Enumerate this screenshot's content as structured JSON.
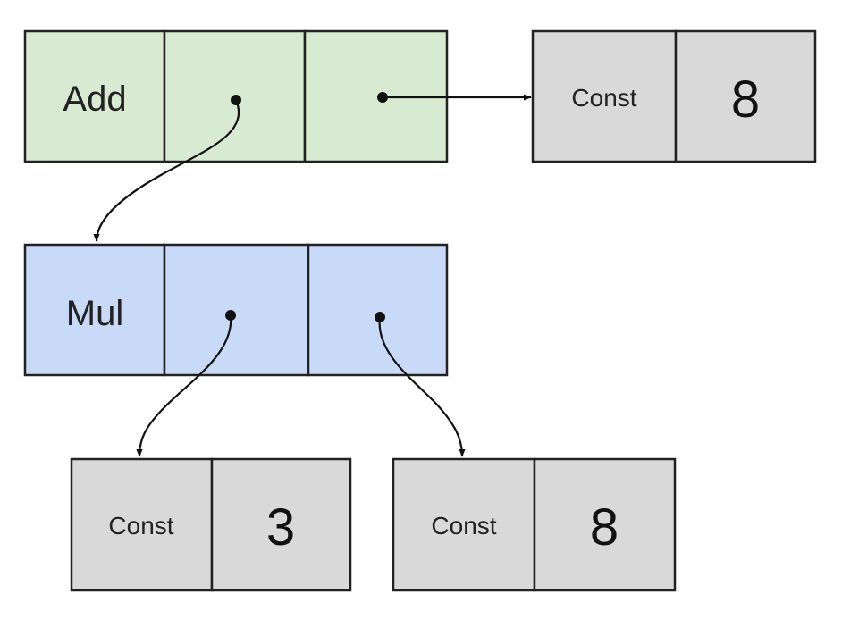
{
  "colors": {
    "add_fill": "#d9ead3",
    "mul_fill": "#c9daf8",
    "const_fill": "#d9d9d9",
    "border": "#222222"
  },
  "nodes": {
    "add": {
      "label": "Add"
    },
    "mul": {
      "label": "Mul"
    },
    "const_right": {
      "label": "Const",
      "value": "8"
    },
    "const_left": {
      "label": "Const",
      "value": "3"
    },
    "const_bottom_right": {
      "label": "Const",
      "value": "8"
    }
  },
  "edges": [
    {
      "from": "add.left",
      "to": "mul"
    },
    {
      "from": "add.right",
      "to": "const_right"
    },
    {
      "from": "mul.left",
      "to": "const_left"
    },
    {
      "from": "mul.right",
      "to": "const_bottom_right"
    }
  ]
}
